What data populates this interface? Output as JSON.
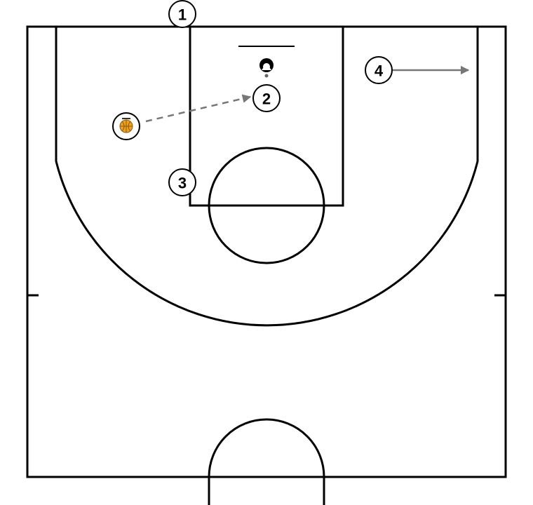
{
  "players": [
    {
      "id": "p1",
      "label": "1"
    },
    {
      "id": "p2",
      "label": "2"
    },
    {
      "id": "p3",
      "label": "3"
    },
    {
      "id": "p4",
      "label": "4"
    }
  ],
  "ball_holder": {
    "icon": "basketball-icon",
    "color": "#f0a020"
  },
  "actions": [
    {
      "type": "pass",
      "style": "dashed",
      "color": "#777777"
    },
    {
      "type": "cut",
      "style": "solid",
      "color": "#777777"
    }
  ]
}
